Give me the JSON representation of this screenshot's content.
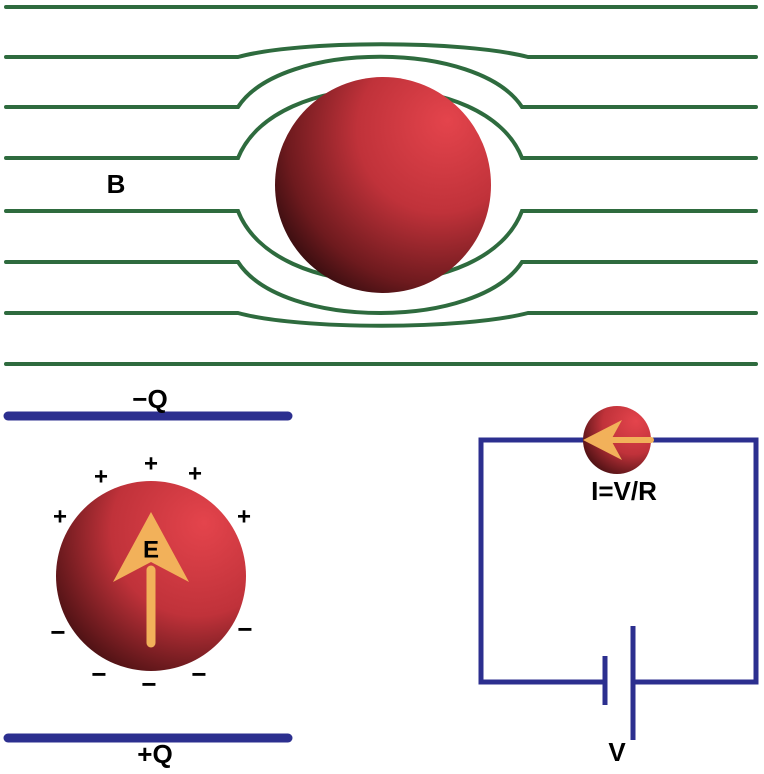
{
  "colors": {
    "field_line": "#2e6b3e",
    "conductor": "#2c2f8f",
    "sphere": "#c8323a",
    "arrow": "#f2b15a",
    "text": "#000000"
  },
  "magnetic_panel": {
    "label": "B"
  },
  "capacitor_panel": {
    "top_plate_label": "−Q",
    "bottom_plate_label": "+Q",
    "field_label": "E",
    "positive_charges": [
      "+",
      "+",
      "+",
      "+",
      "+"
    ],
    "negative_charges": [
      "−",
      "−",
      "−",
      "−",
      "−"
    ]
  },
  "circuit_panel": {
    "current_label": "I=V/R",
    "voltage_label": "V"
  }
}
